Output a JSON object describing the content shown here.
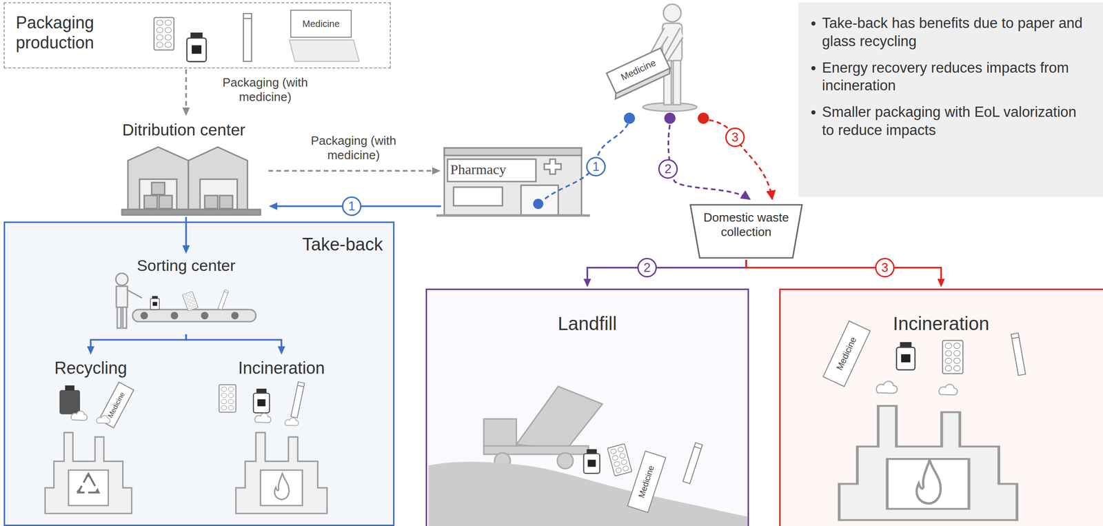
{
  "diagram": {
    "nodes": [
      {
        "text": [
          "Packaging production"
        ]
      },
      {
        "text": [
          "Ditribution center"
        ]
      },
      {
        "text": [
          "Pharmacy"
        ]
      },
      {
        "text": [
          "Domestic waste collection"
        ]
      },
      {
        "text": [
          "Take-back"
        ]
      },
      {
        "text": [
          "Sorting center"
        ],
        "in": 4
      },
      {
        "text": [
          "Recycling"
        ],
        "in": 4
      },
      {
        "text": [
          "Incineration"
        ],
        "in": 4
      },
      {
        "text": [
          "Landfill"
        ]
      },
      {
        "text": [
          "Incineration"
        ]
      },
      {
        "text": [
          "Take-back has benefits due to paper and glass recycling",
          "Energy recovery reduces impacts from incineration",
          "Smaller packaging with EoL valorization to reduce impacts"
        ]
      }
    ],
    "edges": [
      {
        "from": 0,
        "to": 1,
        "label": "Packaging (with medicine)",
        "arrow": "to"
      },
      {
        "from": 1,
        "to": 2,
        "label": "Packaging (with medicine)",
        "arrow": "to"
      },
      {
        "from": 2,
        "to": 1,
        "label": "1",
        "arrow": "to"
      },
      {
        "from": 1,
        "to": 5,
        "arrow": "to"
      },
      {
        "from": 5,
        "to": 6,
        "arrow": "to"
      },
      {
        "from": 5,
        "to": 7,
        "arrow": "to"
      },
      {
        "from": 3,
        "to": 8,
        "label": "2",
        "arrow": "to"
      },
      {
        "from": 3,
        "to": 9,
        "label": "3",
        "arrow": "to"
      }
    ],
    "labels": [
      "Medicine",
      "Medicine",
      "1",
      "2",
      "3",
      "Medicine",
      "Medicine",
      "Medicine"
    ]
  }
}
